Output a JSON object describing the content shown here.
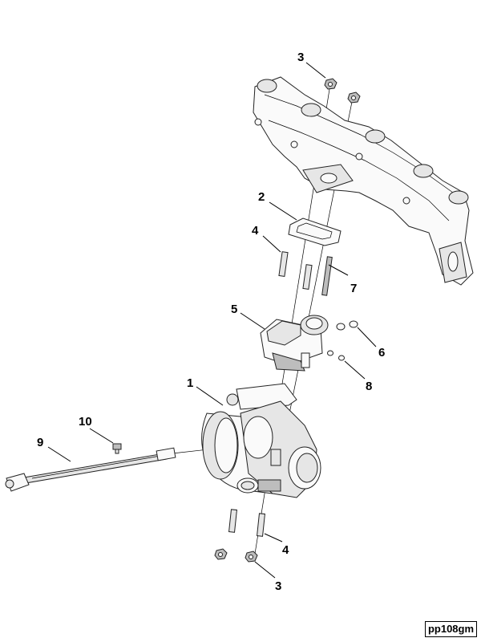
{
  "callouts": {
    "c1": "1",
    "c2": "2",
    "c3_top": "3",
    "c3_bottom": "3",
    "c4_top": "4",
    "c4_bottom": "4",
    "c5": "5",
    "c6": "6",
    "c7": "7",
    "c8": "8",
    "c9": "9",
    "c10": "10"
  },
  "figure_id": "pp108gm"
}
